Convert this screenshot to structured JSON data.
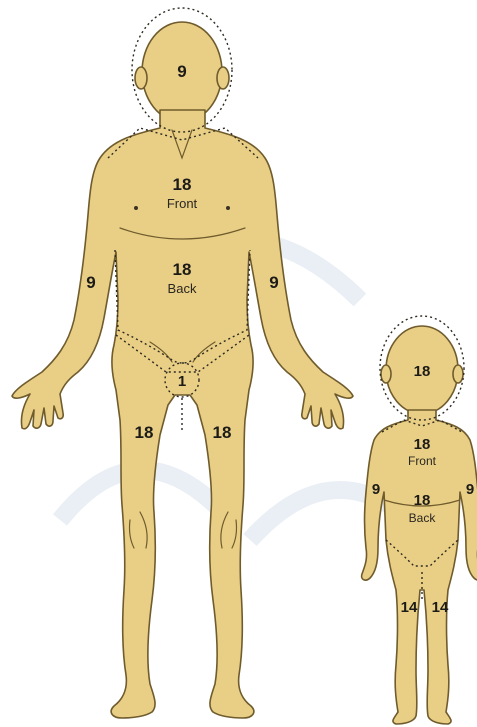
{
  "adult": {
    "head": "9",
    "trunk_front": "18",
    "front_label": "Front",
    "trunk_back": "18",
    "back_label": "Back",
    "arm_left": "9",
    "arm_right": "9",
    "genital": "1",
    "leg_left": "18",
    "leg_right": "18"
  },
  "child": {
    "head": "18",
    "trunk_front": "18",
    "front_label": "Front",
    "trunk_back": "18",
    "back_label": "Back",
    "arm_left": "9",
    "arm_right": "9",
    "leg_left": "14",
    "leg_right": "14"
  },
  "colors": {
    "skin": "#e9cf86",
    "outline": "#6f5b2c",
    "text": "#1d1b18",
    "watermark": "#d9e2ee"
  }
}
